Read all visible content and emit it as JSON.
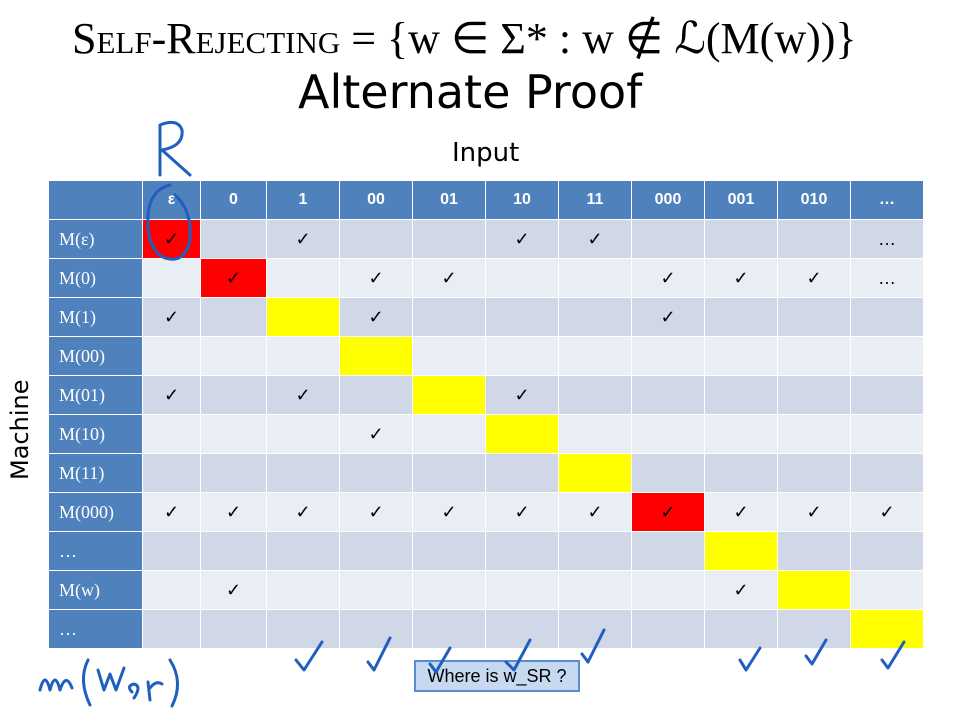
{
  "formula": {
    "lhs": "Self-Rejecting",
    "rhs": "= {w ∈ Σ* : w ∉ ℒ(M(w))}"
  },
  "title": "Alternate Proof",
  "axis": {
    "input": "Input",
    "machine": "Machine"
  },
  "columns": [
    "ε",
    "0",
    "1",
    "00",
    "01",
    "10",
    "11",
    "000",
    "001",
    "010",
    "…"
  ],
  "rows": [
    {
      "label": "M(ε)",
      "cells": [
        "✓",
        "",
        "✓",
        "",
        "",
        "✓",
        "✓",
        "",
        "",
        "",
        "…"
      ]
    },
    {
      "label": "M(0)",
      "cells": [
        "",
        "✓",
        "",
        "✓",
        "✓",
        "",
        "",
        "✓",
        "✓",
        "✓",
        "…"
      ]
    },
    {
      "label": "M(1)",
      "cells": [
        "✓",
        "",
        "",
        "✓",
        "",
        "",
        "",
        "✓",
        "",
        "",
        ""
      ]
    },
    {
      "label": "M(00)",
      "cells": [
        "",
        "",
        "",
        "",
        "",
        "",
        "",
        "",
        "",
        "",
        ""
      ]
    },
    {
      "label": "M(01)",
      "cells": [
        "✓",
        "",
        "✓",
        "",
        "",
        "✓",
        "",
        "",
        "",
        "",
        ""
      ]
    },
    {
      "label": "M(10)",
      "cells": [
        "",
        "",
        "",
        "✓",
        "",
        "",
        "",
        "",
        "",
        "",
        ""
      ]
    },
    {
      "label": "M(11)",
      "cells": [
        "",
        "",
        "",
        "",
        "",
        "",
        "",
        "",
        "",
        "",
        ""
      ]
    },
    {
      "label": "M(000)",
      "cells": [
        "✓",
        "✓",
        "✓",
        "✓",
        "✓",
        "✓",
        "✓",
        "✓",
        "✓",
        "✓",
        "✓"
      ]
    },
    {
      "label": "…",
      "cells": [
        "",
        "",
        "",
        "",
        "",
        "",
        "",
        "",
        "",
        "",
        ""
      ]
    },
    {
      "label": "M(w)",
      "cells": [
        "",
        "✓",
        "",
        "",
        "",
        "",
        "",
        "",
        "✓",
        "",
        ""
      ]
    },
    {
      "label": "…",
      "cells": [
        "",
        "",
        "",
        "",
        "",
        "",
        "",
        "",
        "",
        "",
        ""
      ]
    }
  ],
  "highlights": {
    "red": [
      [
        0,
        0
      ],
      [
        1,
        1
      ],
      [
        7,
        7
      ]
    ],
    "yellow": [
      [
        2,
        2
      ],
      [
        3,
        3
      ],
      [
        4,
        4
      ],
      [
        5,
        5
      ],
      [
        6,
        6
      ],
      [
        8,
        8
      ],
      [
        9,
        9
      ],
      [
        10,
        10
      ]
    ]
  },
  "callout": "Where is w_SR ?",
  "handwriting": {
    "r_label": "R",
    "m_label": "M(w_SR)"
  },
  "colors": {
    "header_blue": "#4f81bd",
    "row_light": "#e9edf4",
    "row_dark": "#d0d8e8",
    "red": "#ff0000",
    "yellow": "#ffff00",
    "ink": "#1f5fbf"
  }
}
